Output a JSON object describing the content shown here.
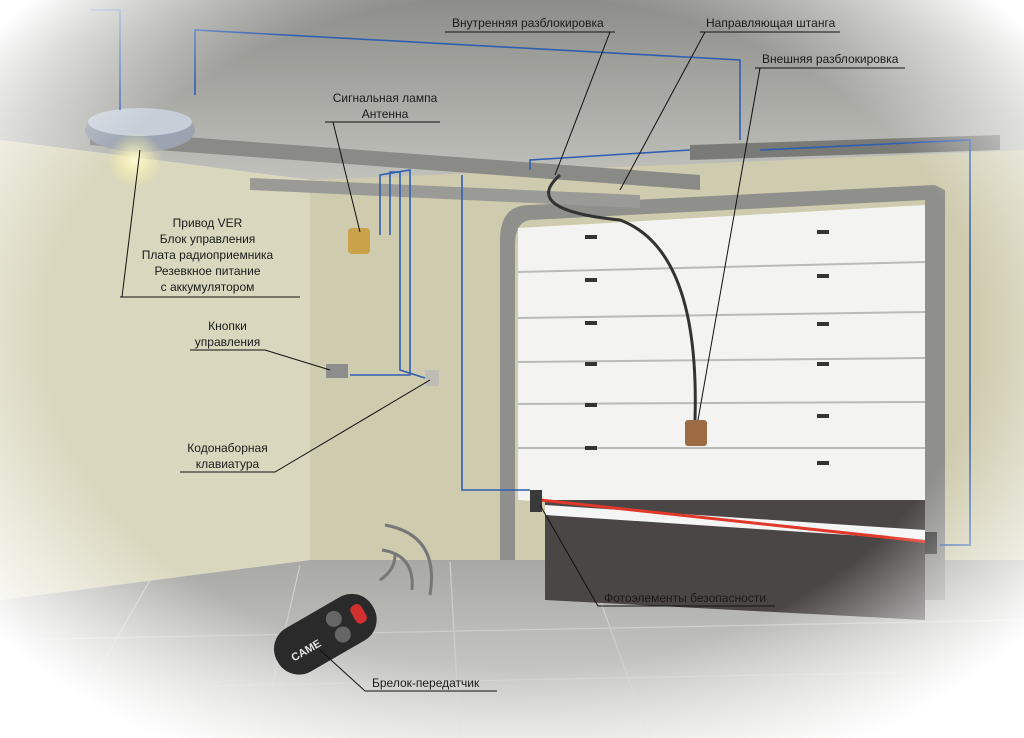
{
  "labels": {
    "internal_release": "Внутренняя разблокировка",
    "guide_rail": "Направляющая штанга",
    "external_release": "Внешняя разблокировка",
    "signal_lamp": [
      "Сигнальная лампа",
      "Антенна"
    ],
    "drive_unit": [
      "Привод VER",
      "Блок управления",
      "Плата радиоприемника",
      "Резевкное питание",
      "с аккумулятором"
    ],
    "control_buttons": [
      "Кнопки",
      "управления"
    ],
    "keypad": [
      "Кодонаборная",
      "клавиатура"
    ],
    "photocells": "Фотоэлементы безопасности",
    "remote": "Брелок-передатчик"
  },
  "remote_logo": "CAME",
  "colors": {
    "wire": "#2f5fb0",
    "beam": "#e0392b",
    "wall_left": "#d9d7bd",
    "wall_back": "#cfcbae",
    "ceiling": "#a9a9a4",
    "floor": "#b9bab6",
    "door": "#f3f4f2"
  }
}
